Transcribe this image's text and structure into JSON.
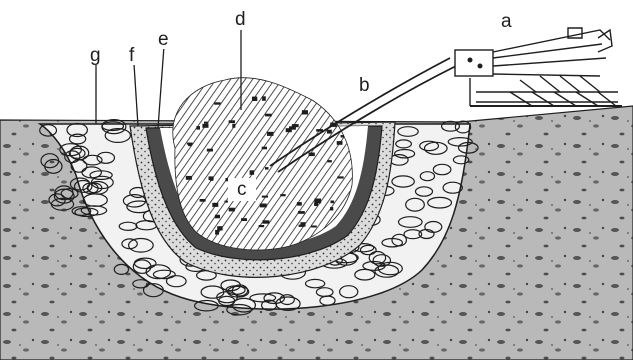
{
  "diagram": {
    "labels": {
      "a": "a",
      "b": "b",
      "c": "c",
      "d": "d",
      "e": "e",
      "f": "f",
      "g": "g"
    },
    "colors": {
      "ink": "#1e1e1e",
      "soil": "#b9b9b9",
      "stone_fill": "#f2f2f2",
      "gravel": "#dcdcdc",
      "clay": "#4a4a4a",
      "background": "#ffffff"
    }
  }
}
